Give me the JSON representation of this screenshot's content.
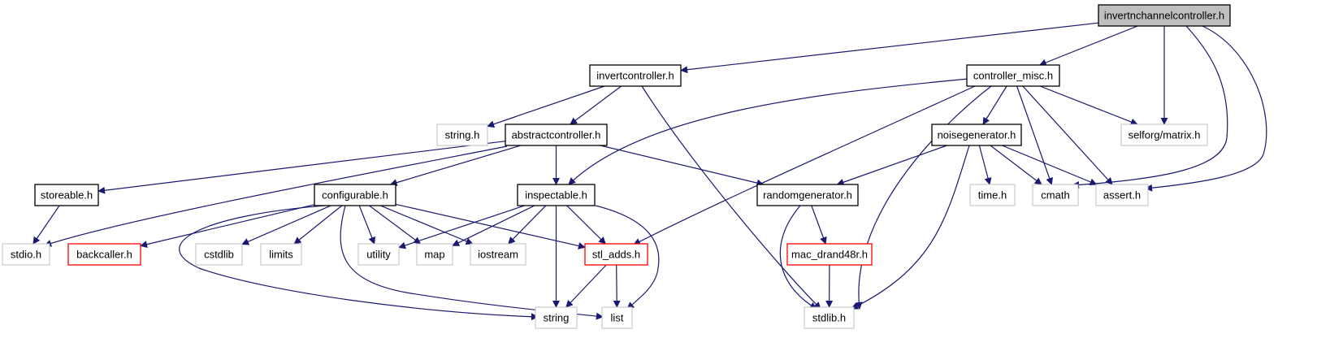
{
  "nodes": {
    "invertnchannelcontroller": {
      "label": "invertnchannelcontroller.h",
      "style": "root"
    },
    "invertcontroller": {
      "label": "invertcontroller.h",
      "style": "normal"
    },
    "controller_misc": {
      "label": "controller_misc.h",
      "style": "normal"
    },
    "string_h": {
      "label": "string.h",
      "style": "system"
    },
    "abstractcontroller": {
      "label": "abstractcontroller.h",
      "style": "normal"
    },
    "selforg_matrix": {
      "label": "selforg/matrix.h",
      "style": "system"
    },
    "noisegenerator": {
      "label": "noisegenerator.h",
      "style": "normal"
    },
    "storeable": {
      "label": "storeable.h",
      "style": "normal"
    },
    "configurable": {
      "label": "configurable.h",
      "style": "normal"
    },
    "inspectable": {
      "label": "inspectable.h",
      "style": "normal"
    },
    "randomgenerator": {
      "label": "randomgenerator.h",
      "style": "normal"
    },
    "time_h": {
      "label": "time.h",
      "style": "system"
    },
    "cmath": {
      "label": "cmath",
      "style": "system"
    },
    "assert_h": {
      "label": "assert.h",
      "style": "system"
    },
    "stdio_h": {
      "label": "stdio.h",
      "style": "system"
    },
    "backcaller": {
      "label": "backcaller.h",
      "style": "truncated"
    },
    "cstdlib": {
      "label": "cstdlib",
      "style": "system"
    },
    "limits": {
      "label": "limits",
      "style": "system"
    },
    "utility": {
      "label": "utility",
      "style": "system"
    },
    "map": {
      "label": "map",
      "style": "system"
    },
    "iostream": {
      "label": "iostream",
      "style": "system"
    },
    "stl_adds": {
      "label": "stl_adds.h",
      "style": "truncated"
    },
    "mac_drand48r": {
      "label": "mac_drand48r.h",
      "style": "truncated"
    },
    "string": {
      "label": "string",
      "style": "system"
    },
    "list": {
      "label": "list",
      "style": "system"
    },
    "stdlib_h": {
      "label": "stdlib.h",
      "style": "system"
    }
  },
  "edges": [
    [
      "invertnchannelcontroller",
      "invertcontroller"
    ],
    [
      "invertnchannelcontroller",
      "controller_misc"
    ],
    [
      "invertnchannelcontroller",
      "selforg_matrix"
    ],
    [
      "invertnchannelcontroller",
      "cmath"
    ],
    [
      "invertnchannelcontroller",
      "assert_h"
    ],
    [
      "invertcontroller",
      "string_h"
    ],
    [
      "invertcontroller",
      "abstractcontroller"
    ],
    [
      "invertcontroller",
      "stdlib_h"
    ],
    [
      "controller_misc",
      "inspectable"
    ],
    [
      "controller_misc",
      "stl_adds"
    ],
    [
      "controller_misc",
      "noisegenerator"
    ],
    [
      "controller_misc",
      "selforg_matrix"
    ],
    [
      "controller_misc",
      "cmath"
    ],
    [
      "controller_misc",
      "assert_h"
    ],
    [
      "controller_misc",
      "stdlib_h"
    ],
    [
      "abstractcontroller",
      "storeable"
    ],
    [
      "abstractcontroller",
      "configurable"
    ],
    [
      "abstractcontroller",
      "inspectable"
    ],
    [
      "abstractcontroller",
      "randomgenerator"
    ],
    [
      "abstractcontroller",
      "stdio_h"
    ],
    [
      "noisegenerator",
      "randomgenerator"
    ],
    [
      "noisegenerator",
      "time_h"
    ],
    [
      "noisegenerator",
      "cmath"
    ],
    [
      "noisegenerator",
      "assert_h"
    ],
    [
      "noisegenerator",
      "stdlib_h"
    ],
    [
      "storeable",
      "stdio_h"
    ],
    [
      "configurable",
      "backcaller"
    ],
    [
      "configurable",
      "cstdlib"
    ],
    [
      "configurable",
      "limits"
    ],
    [
      "configurable",
      "utility"
    ],
    [
      "configurable",
      "map"
    ],
    [
      "configurable",
      "iostream"
    ],
    [
      "configurable",
      "stl_adds"
    ],
    [
      "configurable",
      "string"
    ],
    [
      "configurable",
      "list"
    ],
    [
      "inspectable",
      "utility"
    ],
    [
      "inspectable",
      "map"
    ],
    [
      "inspectable",
      "iostream"
    ],
    [
      "inspectable",
      "stl_adds"
    ],
    [
      "inspectable",
      "string"
    ],
    [
      "inspectable",
      "list"
    ],
    [
      "randomgenerator",
      "mac_drand48r"
    ],
    [
      "randomgenerator",
      "stdlib_h"
    ],
    [
      "mac_drand48r",
      "stdlib_h"
    ],
    [
      "stl_adds",
      "string"
    ],
    [
      "stl_adds",
      "list"
    ]
  ],
  "colors": {
    "edge": "#191970",
    "root_fill": "#bfbfbf",
    "normal_border": "#000000",
    "system_border": "#bfbfbf",
    "truncated_border": "#ff0000"
  }
}
